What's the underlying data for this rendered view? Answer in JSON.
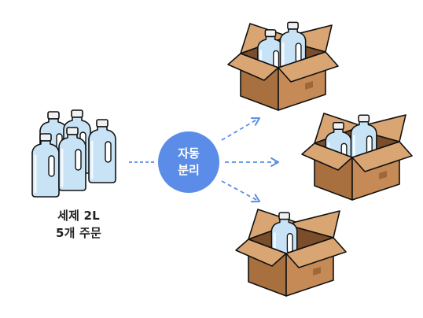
{
  "source": {
    "caption_line1": "세제 2L",
    "caption_line2": "5개 주문"
  },
  "process": {
    "label_line1": "자동",
    "label_line2": "분리"
  },
  "colors": {
    "node_fill": "#5b8de8",
    "node_text": "#ffffff",
    "arrow": "#5b8de8",
    "box_front": "#c58a55",
    "box_side": "#a9703f",
    "box_inner": "#7a4d2b",
    "flap": "#d9a673",
    "bottle": "#c9e3f6",
    "bottle_shade": "#9fc8ea",
    "cap": "#f1f1f1",
    "outline": "#111111"
  },
  "icons": {
    "source": "detergent-bottles-group-icon",
    "outputs": [
      "box-with-two-bottles-icon",
      "box-with-two-bottles-icon",
      "box-with-one-bottle-icon"
    ]
  }
}
